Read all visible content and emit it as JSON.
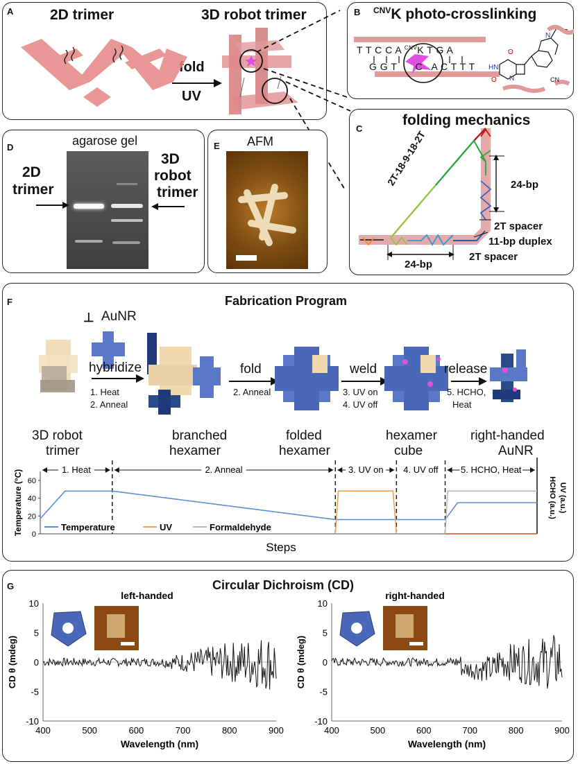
{
  "panelA": {
    "label": "A",
    "title_left": "2D trimer",
    "title_right": "3D robot trimer",
    "arrow_top": "fold",
    "arrow_bottom": "UV"
  },
  "panelB": {
    "label": "B",
    "title_sup": "CNV",
    "title_rest": "K photo-crosslinking",
    "seq_top": [
      "T",
      "T",
      "C",
      "C",
      "A",
      "",
      "K",
      "T",
      "G",
      "A"
    ],
    "seq_top_sup": "CNV",
    "seq_bottom": [
      "G",
      "G",
      "T",
      "",
      "C",
      "A",
      "C",
      "T",
      "T",
      "T"
    ],
    "chem_labels": [
      "N",
      "O",
      "HN",
      "N",
      "O",
      "CN"
    ]
  },
  "panelC": {
    "label": "C",
    "title": "folding mechanics",
    "diag_label": "2T-18-9-18-2T",
    "v_dim": "24-bp",
    "h_dim": "24-bp",
    "ann1": "2T spacer",
    "ann2": "11-bp duplex",
    "ann3": "2T spacer"
  },
  "panelD": {
    "label": "D",
    "title": "agarose gel",
    "left_l1": "2D",
    "left_l2": "trimer",
    "right_l1": "3D",
    "right_l2": "robot",
    "right_l3": "trimer"
  },
  "panelE": {
    "label": "E",
    "title": "AFM"
  },
  "panelF": {
    "label": "F",
    "title": "Fabrication Program",
    "aunr_label": "AuNR",
    "steps": {
      "hybridize": "hybridize",
      "hyb_sub1": "1. Heat",
      "hyb_sub2": "2. Anneal",
      "fold": "fold",
      "fold_sub": "2. Anneal",
      "weld": "weld",
      "weld_sub1": "3. UV on",
      "weld_sub2": "4. UV off",
      "release": "release",
      "release_sub1": "5. HCHO,",
      "release_sub2": "Heat"
    },
    "stages": [
      {
        "l1": "3D robot",
        "l2": "trimer"
      },
      {
        "l1": "branched",
        "l2": "hexamer"
      },
      {
        "l1": "folded",
        "l2": "hexamer"
      },
      {
        "l1": "hexamer",
        "l2": "cube"
      },
      {
        "l1": "right-handed",
        "l2": "AuNR"
      }
    ],
    "chart_data": {
      "type": "line",
      "xlabel": "Steps",
      "ylabel": "Temperature (°C)",
      "ylabel_right1": "UV (a.u.)",
      "ylabel_right2": "HCHO (a.u.)",
      "ylim": [
        0,
        70
      ],
      "yticks": [
        0,
        20,
        40,
        60
      ],
      "phases": [
        "1. Heat",
        "2. Anneal",
        "3. UV on",
        "4. UV off",
        "5. HCHO, Heat"
      ],
      "legend": [
        "Temperature",
        "UV",
        "Formaldehyde"
      ],
      "colors": {
        "temperature": "#5b8fd6",
        "uv": "#f0a050",
        "formaldehyde": "#b8b8b8"
      }
    }
  },
  "panelG": {
    "label": "G",
    "title": "Circular Dichroism (CD)",
    "chart_data": [
      {
        "type": "line",
        "title": "left-handed",
        "xlabel": "Wavelength (nm)",
        "ylabel": "CD θ (mdeg)",
        "xlim": [
          400,
          900
        ],
        "ylim": [
          -10,
          10
        ],
        "xticks": [
          400,
          500,
          600,
          700,
          800,
          900
        ],
        "yticks": [
          -10,
          -5,
          0,
          5,
          10
        ]
      },
      {
        "type": "line",
        "title": "right-handed",
        "xlabel": "Wavelength (nm)",
        "ylabel": "CD θ (mdeg)",
        "xlim": [
          400,
          900
        ],
        "ylim": [
          -10,
          10
        ],
        "xticks": [
          400,
          500,
          600,
          700,
          800,
          900
        ],
        "yticks": [
          -10,
          -5,
          0,
          5,
          10
        ]
      }
    ]
  }
}
